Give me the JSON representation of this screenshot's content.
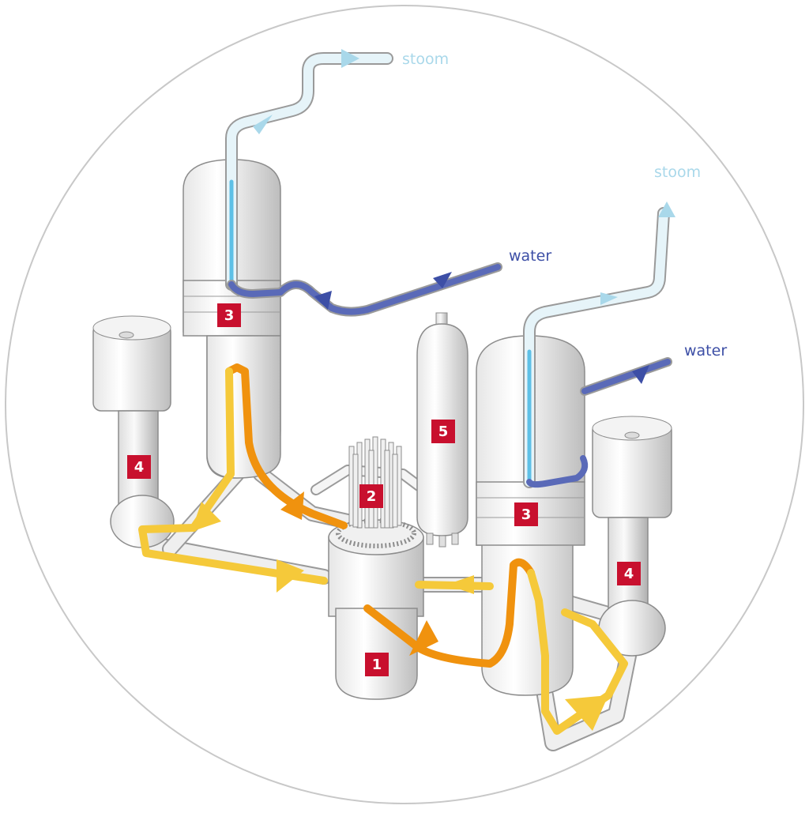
{
  "colors": {
    "steam": "#a9d8ea",
    "feedwater": "#3d4fa6",
    "hot_leg": "#f0920e",
    "cold_leg": "#f5c93a",
    "badge": "#c8102e",
    "circle": "#c8c8c8"
  },
  "labels": {
    "steam_left": "stoom",
    "steam_right": "stoom",
    "water_left": "water",
    "water_right": "water"
  },
  "components": {
    "reactor_vessel": "1",
    "control_rods": "2",
    "steam_generator_left": "3",
    "steam_generator_right": "3",
    "pump_left": "4",
    "pump_right": "4",
    "pressurizer": "5"
  }
}
